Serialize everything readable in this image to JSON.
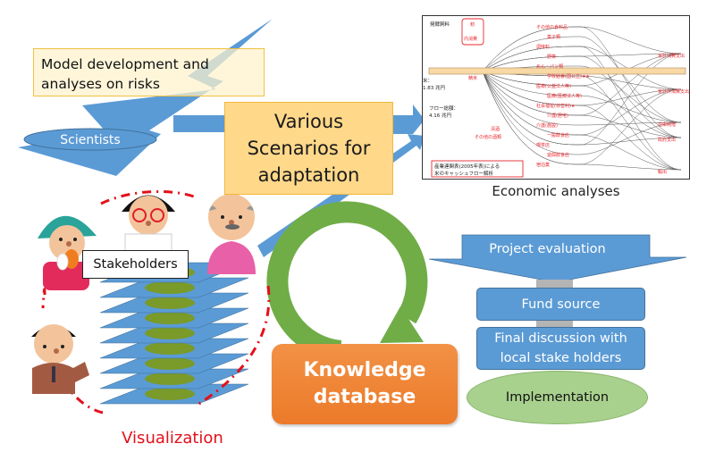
{
  "diagram": {
    "model_box": {
      "line1": "Model development and",
      "line2": "analyses on risks"
    },
    "scientists": "Scientists",
    "scenarios": {
      "line1": "Various",
      "line2": "Scenarios for",
      "line3": "adaptation"
    },
    "stakeholders": "Stakeholders",
    "visualization": "Visualization",
    "knowledge_db": {
      "line1": "Knowledge",
      "line2": "database"
    },
    "economic": {
      "caption": "Economic analyses",
      "flow_labels": {
        "top_left": "発酵飼料",
        "rice": "米：",
        "rice_value": "1.83 兆円",
        "total": "フロー総額：",
        "total_value": "4.16 兆円",
        "source_note_1": "産業連関表(2005年表)による",
        "source_note_2": "米のキャッシュフロー解析",
        "box_top": "籾",
        "box_bottom": "内消費",
        "left_items": [
          "精米",
          "清酒",
          "その他の酒類"
        ],
        "mid_items": [
          "その他の食料品",
          "菓子類",
          "調味料",
          "野菜",
          "めん・パン類",
          "学校給食(国公立)★★",
          "医療(公益法人等)",
          "医療(医療法人等)",
          "社会福祉(非営利)★",
          "介護(居宅)",
          "介護(施設)",
          "一般飲食店",
          "喫茶店",
          "遊興飲食店",
          "宿泊業"
        ],
        "right_items": [
          "家計消費支出",
          "家計外消費支出",
          "在庫純増",
          "政府支出",
          "輸出"
        ]
      }
    },
    "process": {
      "project_evaluation": "Project evaluation",
      "fund_source": "Fund source",
      "final_discussion": {
        "line1": "Final discussion with",
        "line2": "local stake holders"
      },
      "implementation": "Implementation"
    },
    "colors": {
      "blue": "#5b9bd5",
      "blue_dark": "#41719c",
      "orange": "#ed7d31",
      "green_cycle": "#70ad47",
      "green_ellipse": "#a9d18e",
      "yellow_box": "#ffd88a",
      "red_dash": "#e3101a",
      "flow_red": "#e8282e"
    }
  }
}
